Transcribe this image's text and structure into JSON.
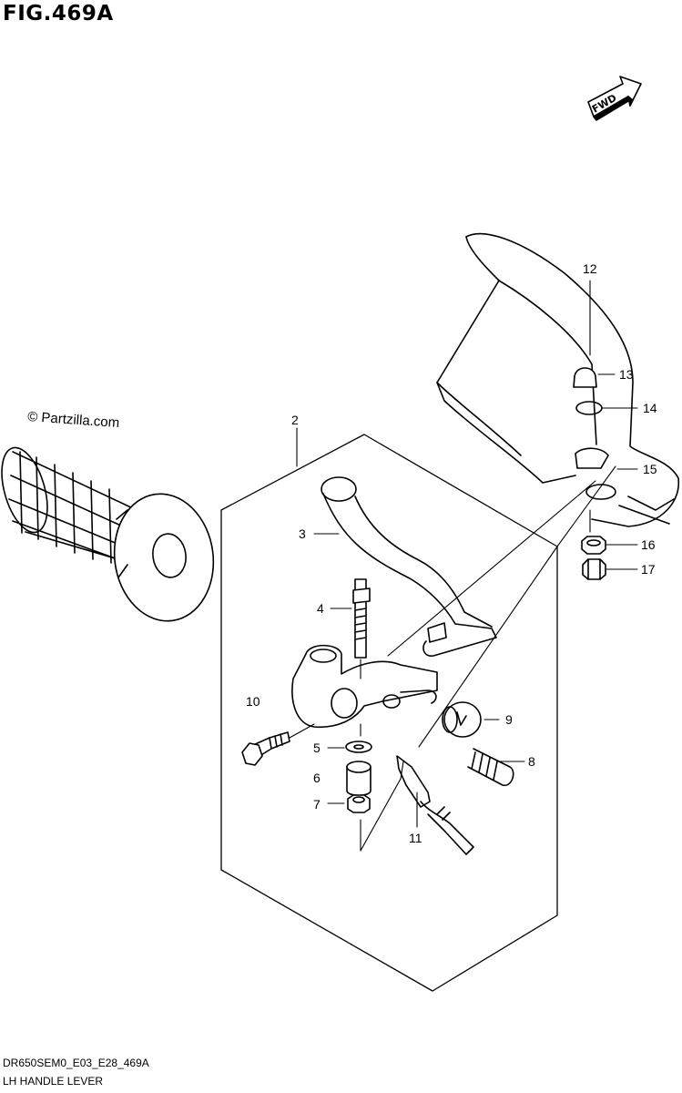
{
  "figure": {
    "title": "FIG.469A",
    "forward_marker": "FWD",
    "watermark": "© Partzilla.com"
  },
  "callouts": [
    "2",
    "3",
    "4",
    "5",
    "6",
    "7",
    "8",
    "9",
    "10",
    "11",
    "12",
    "13",
    "14",
    "15",
    "16",
    "17"
  ],
  "footer": {
    "code": "DR650SEM0_E03_E28_469A",
    "caption": "LH HANDLE LEVER"
  }
}
